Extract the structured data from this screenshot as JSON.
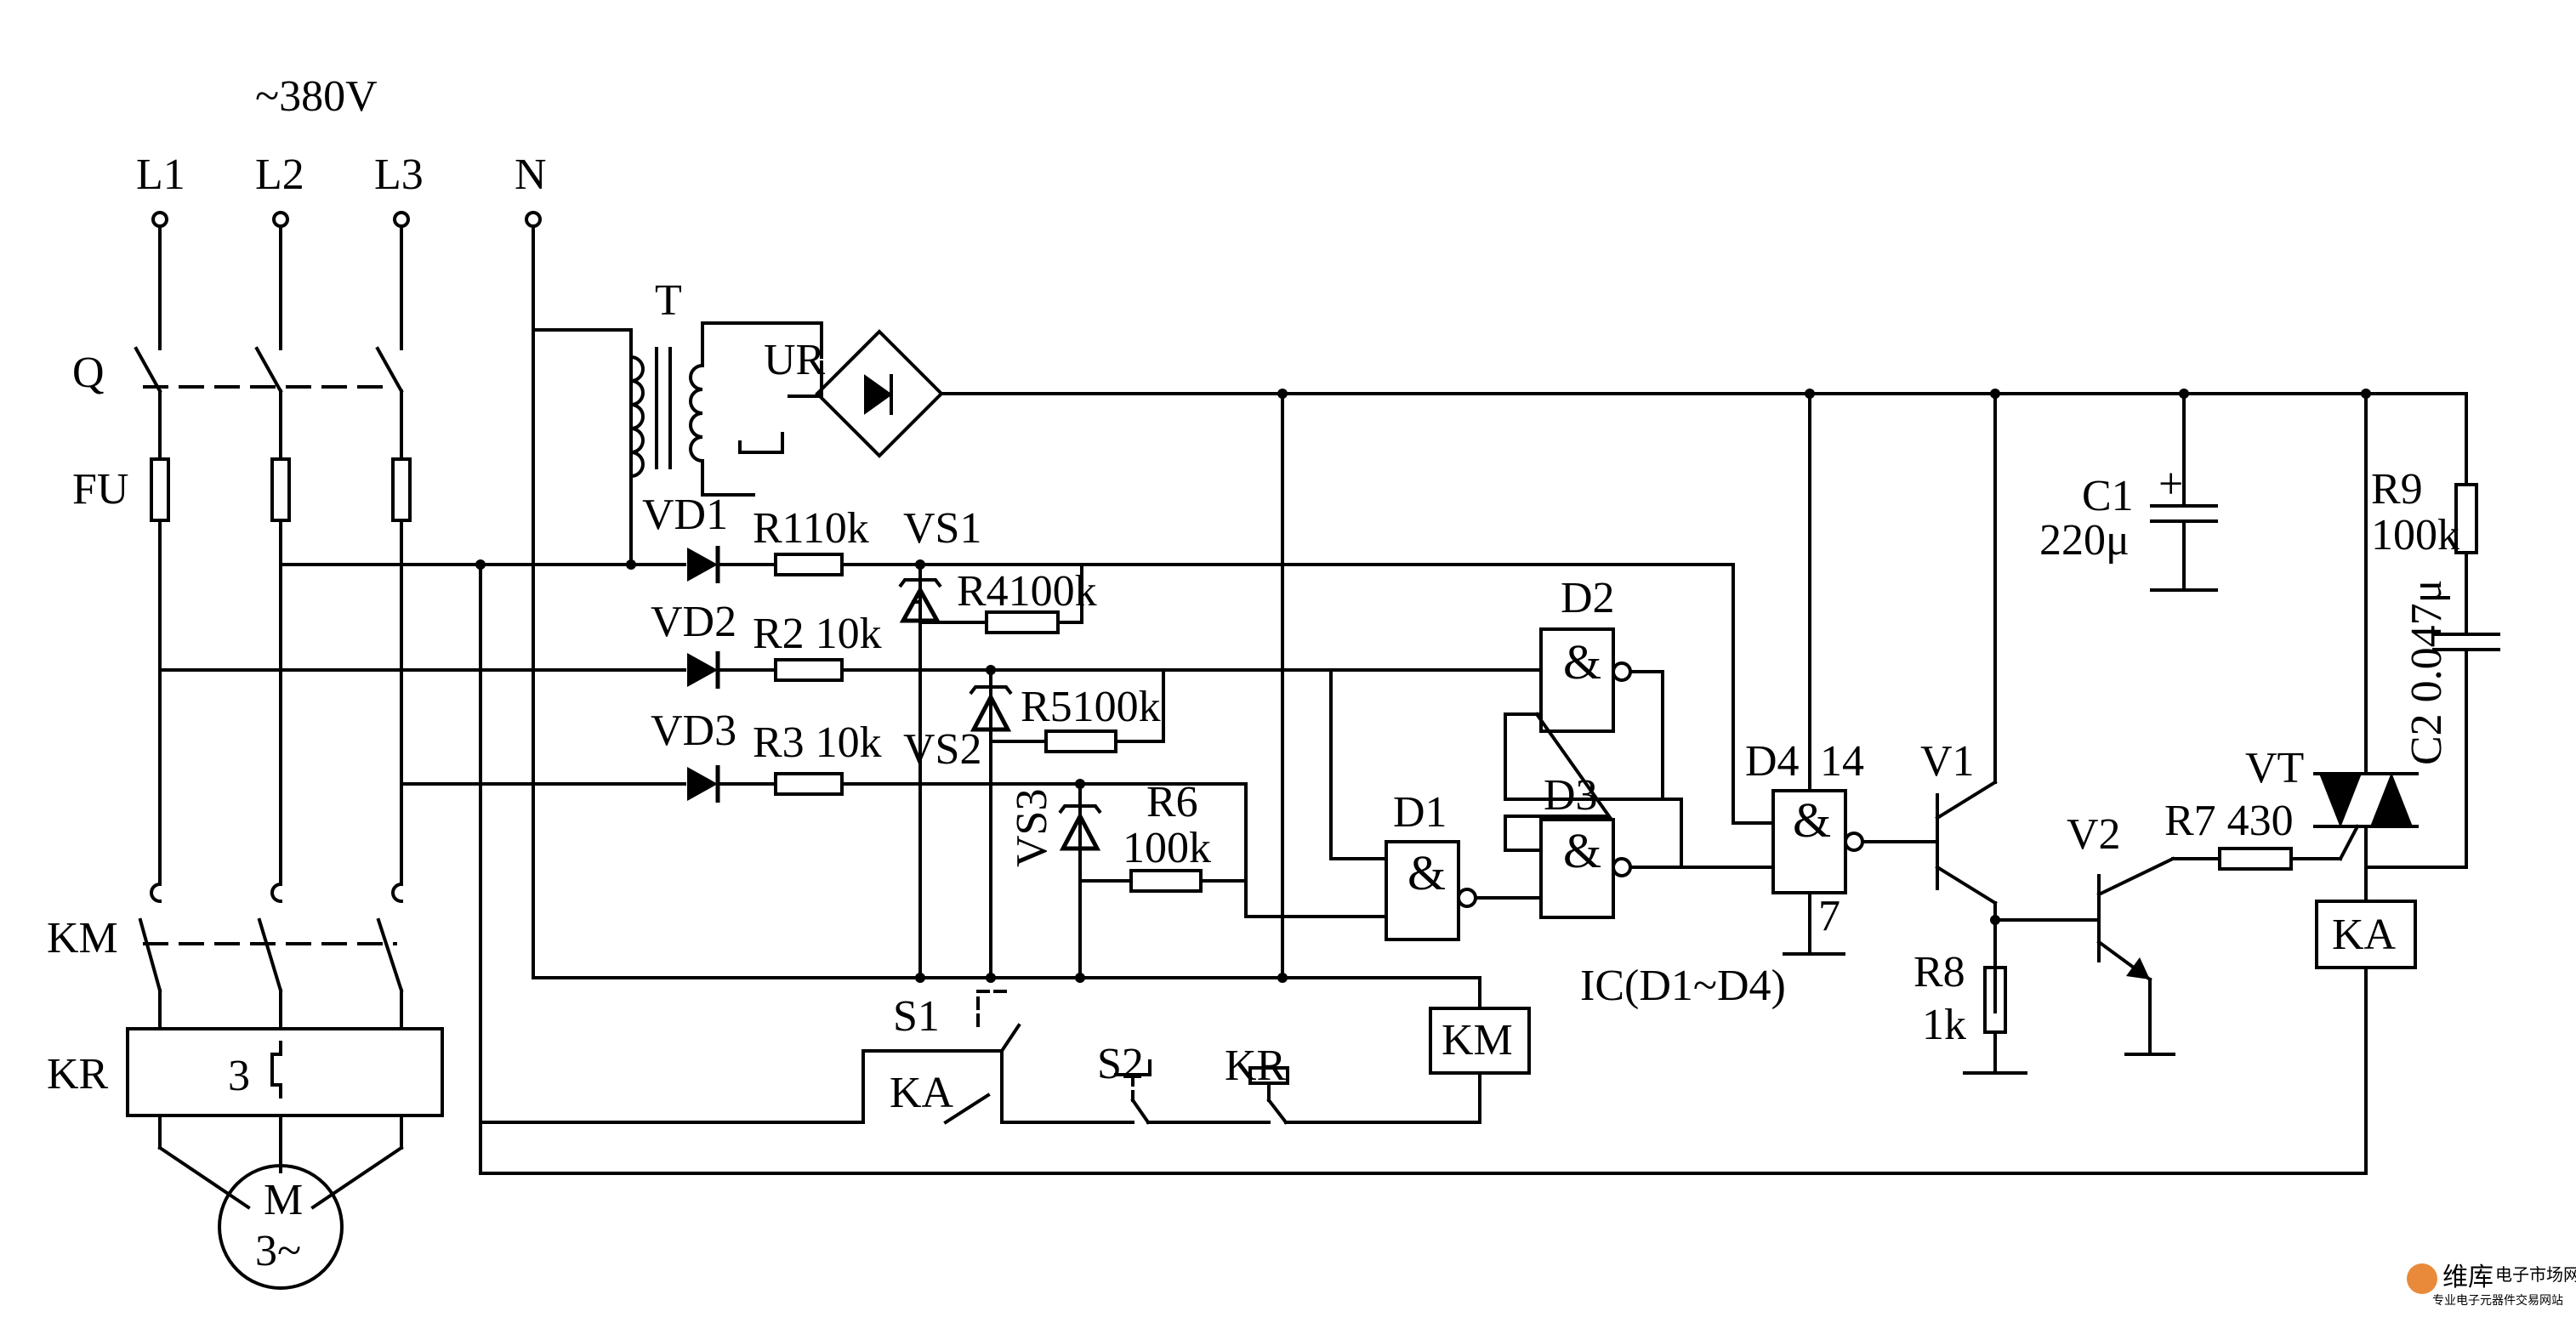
{
  "supply": {
    "voltage": "~380V",
    "lines": [
      "L1",
      "L2",
      "L3",
      "N"
    ]
  },
  "components": {
    "switch": "Q",
    "fuse": "FU",
    "contactor": "KM",
    "thermal_relay": "KR",
    "kr_element": "3",
    "motor": "M",
    "motor_phase": "3~",
    "transformer": "T",
    "rectifier": "UR",
    "vd1": "VD1",
    "vd2": "VD2",
    "vd3": "VD3",
    "r1": "R110k",
    "r2": "R2 10k",
    "r3": "R3 10k",
    "vs1": "VS1",
    "vs2": "VS2",
    "vs3": "VS3",
    "r4": "R4100k",
    "r5": "R5100k",
    "r6": "R6",
    "r6_value": "100k",
    "d1": "D1",
    "d2": "D2",
    "d3": "D3",
    "d4": "D4",
    "and_symbol": "&",
    "pin14": "14",
    "pin7": "7",
    "ic": "IC(D1~D4)",
    "v1": "V1",
    "v2": "V2",
    "r7": "R7 430",
    "r8": "R8",
    "r8_value": "1k",
    "c1": "C1",
    "c1_value": "220μ",
    "c1_plus": "+",
    "r9": "R9",
    "r9_value": "100k",
    "c2": "C2 0.047μ",
    "vt": "VT",
    "ka": "KA",
    "s1": "S1",
    "s2": "S2",
    "km": "KM",
    "kr": "KR"
  },
  "watermark": {
    "brand": "维库",
    "site": "电子市场网",
    "tagline": "专业电子元器件交易网站"
  }
}
